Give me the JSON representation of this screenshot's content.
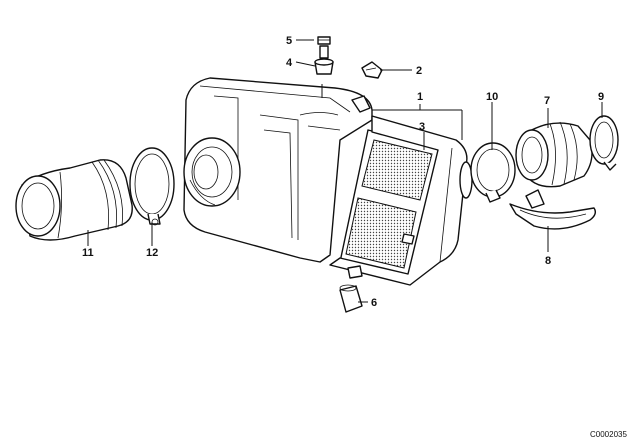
{
  "diagram": {
    "callouts": {
      "c1": "1",
      "c2": "2",
      "c3": "3",
      "c4": "4",
      "c5": "5",
      "c6": "6",
      "c7": "7",
      "c8": "8",
      "c9": "9",
      "c10": "10",
      "c11": "11",
      "c12": "12"
    },
    "document_id": "C0002035"
  }
}
